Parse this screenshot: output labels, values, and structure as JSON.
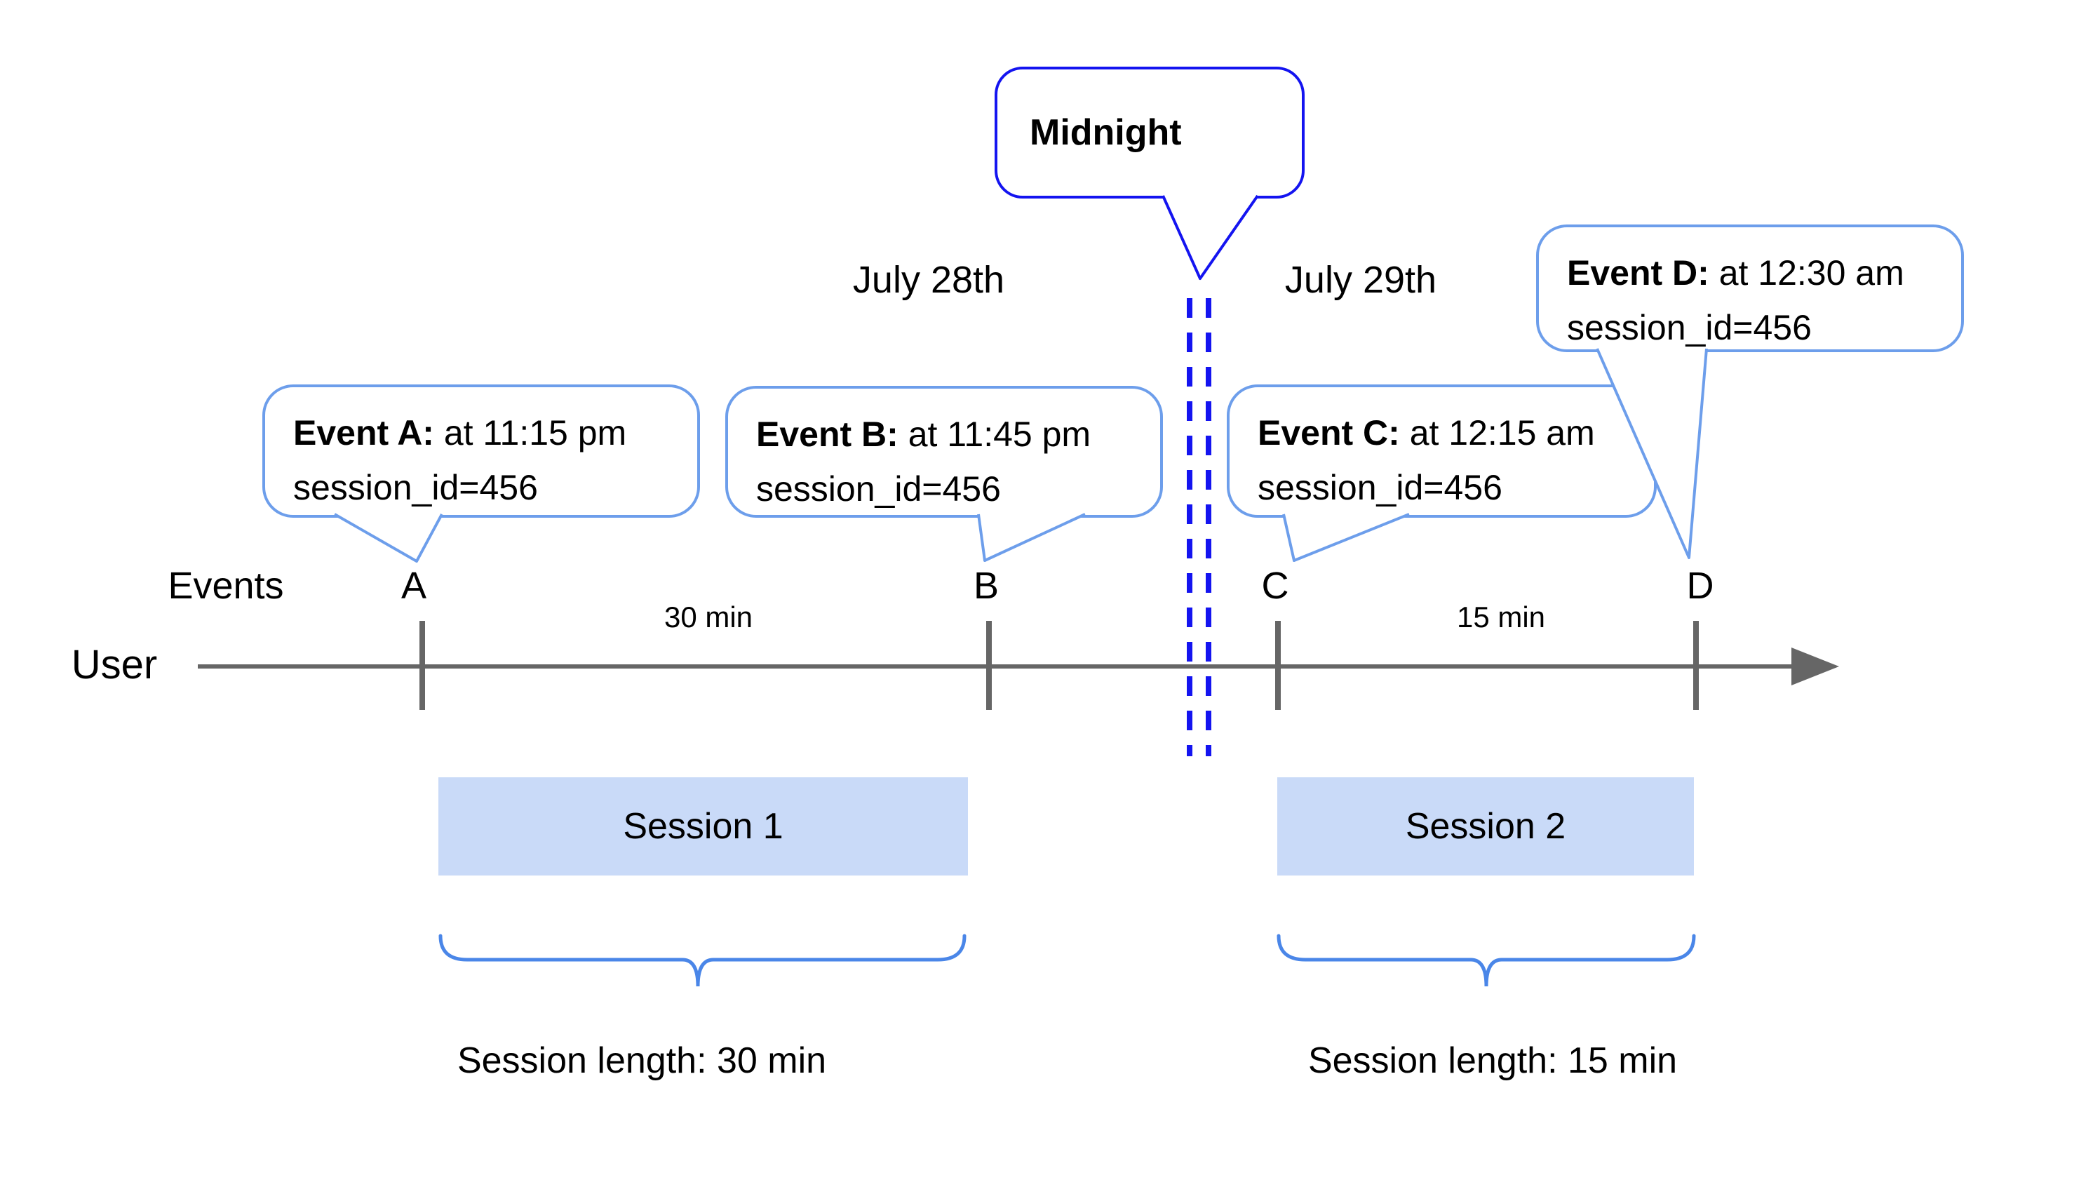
{
  "colors": {
    "accent_blue": "#1414F0",
    "bubble_border": "#6D9EEB",
    "brace_blue": "#4A86E8",
    "session_fill": "#C9DAF8",
    "timeline_gray": "#666666",
    "text_black": "#000000"
  },
  "dates": {
    "day_left": "July 28th",
    "day_right": "July 29th"
  },
  "midnight": {
    "label": "Midnight"
  },
  "timeline": {
    "events_label": "Events",
    "user_label": "User"
  },
  "ticks": [
    {
      "label": "A"
    },
    {
      "label": "B"
    },
    {
      "label": "C"
    },
    {
      "label": "D"
    }
  ],
  "intervals": [
    {
      "label": "30 min"
    },
    {
      "label": "15 min"
    }
  ],
  "event_bubbles": [
    {
      "title": "Event A:",
      "time": " at 11:15 pm",
      "session": "session_id=456"
    },
    {
      "title": "Event B:",
      "time": " at 11:45 pm",
      "session": "session_id=456"
    },
    {
      "title": "Event C:",
      "time": " at 12:15 am",
      "session": "session_id=456"
    },
    {
      "title": "Event D:",
      "time": " at 12:30 am",
      "session": "session_id=456"
    }
  ],
  "sessions": [
    {
      "label": "Session 1",
      "length_label": "Session length: 30 min"
    },
    {
      "label": "Session 2",
      "length_label": "Session length: 15 min"
    }
  ]
}
